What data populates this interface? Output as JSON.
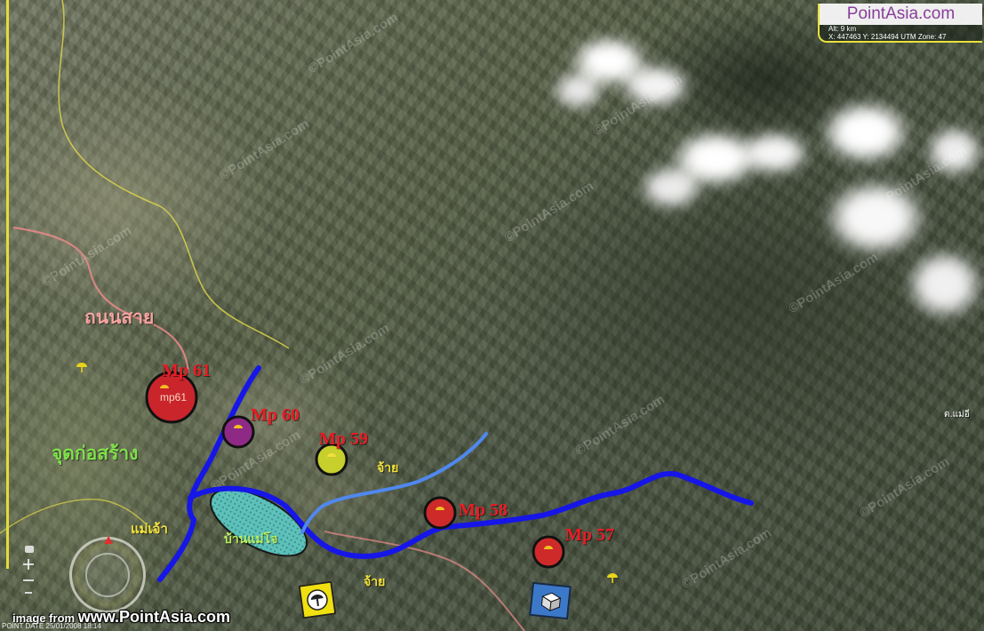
{
  "branding": {
    "site": "PointAsia.com",
    "altitude": "Alt: 9 km",
    "coordinates": "X: 447463 Y: 2134494 UTM Zone: 47"
  },
  "footer": {
    "prefix": "image from ",
    "site": "www.PointAsia.com",
    "date": "POINT DATE 25/01/2008 18:14"
  },
  "labels": {
    "road": "ถนนสาย",
    "construction": "จุดก่อสร้าง",
    "village_left": "แม่เจ้า",
    "village_ellipse": "บ้านแม่โจ",
    "stream_1": "จ้าย",
    "stream_2": "จ้าย",
    "subdistrict": "ต.แม่อี"
  },
  "markers": [
    {
      "label": "Mp 61",
      "inner": "mp61",
      "fill": "#c9252b"
    },
    {
      "label": "Mp 60",
      "fill": "#8e2a86"
    },
    {
      "label": "Mp 59",
      "fill": "#c6cf2c"
    },
    {
      "label": "Mp 58",
      "fill": "#cf2a2a"
    },
    {
      "label": "Mp 57",
      "fill": "#cf2a2a"
    }
  ],
  "colors": {
    "river_main": "#1616e8",
    "river_branch": "#4f88ee",
    "road": "#e98a8a",
    "boundary": "#e0d84a",
    "zone_ellipse": "#5ecbc6",
    "marker_label": "#ec1c24"
  },
  "icons": [
    "pin-icon",
    "compass-icon",
    "zoom-in-icon",
    "zoom-out-icon",
    "plant-icon",
    "box-icon"
  ],
  "watermark": "©PointAsia.com"
}
